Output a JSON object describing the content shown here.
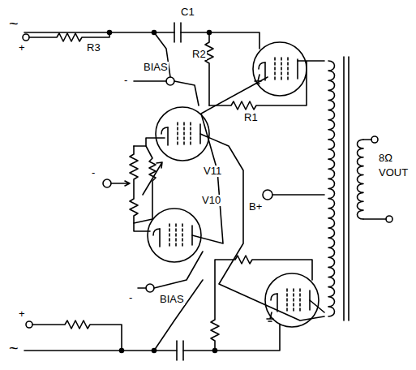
{
  "diagram": {
    "labels": [
      "~",
      "+",
      "R3",
      "C1",
      "R2",
      "BIAS",
      "-",
      "R1",
      "-",
      "V11",
      "V10",
      "B+",
      "8Ω",
      "VOUT",
      "-",
      "BIAS",
      "+",
      "~"
    ]
  }
}
